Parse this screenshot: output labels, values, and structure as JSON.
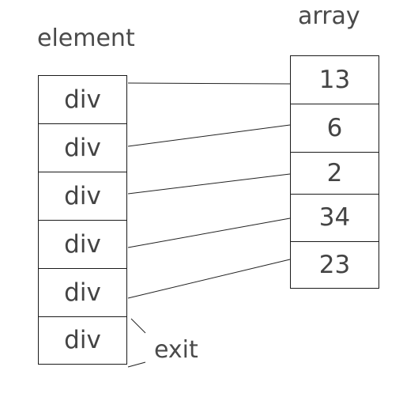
{
  "diagram": {
    "element_heading": "element",
    "array_heading": "array",
    "exit_label": "exit",
    "element_cells": [
      "div",
      "div",
      "div",
      "div",
      "div",
      "div"
    ],
    "array_cells": [
      "13",
      "6",
      "2",
      "34",
      "23"
    ],
    "colors": {
      "text": "#4a4a4a",
      "border": "#1a1a1a",
      "line": "#222222",
      "background": "#ffffff"
    }
  }
}
